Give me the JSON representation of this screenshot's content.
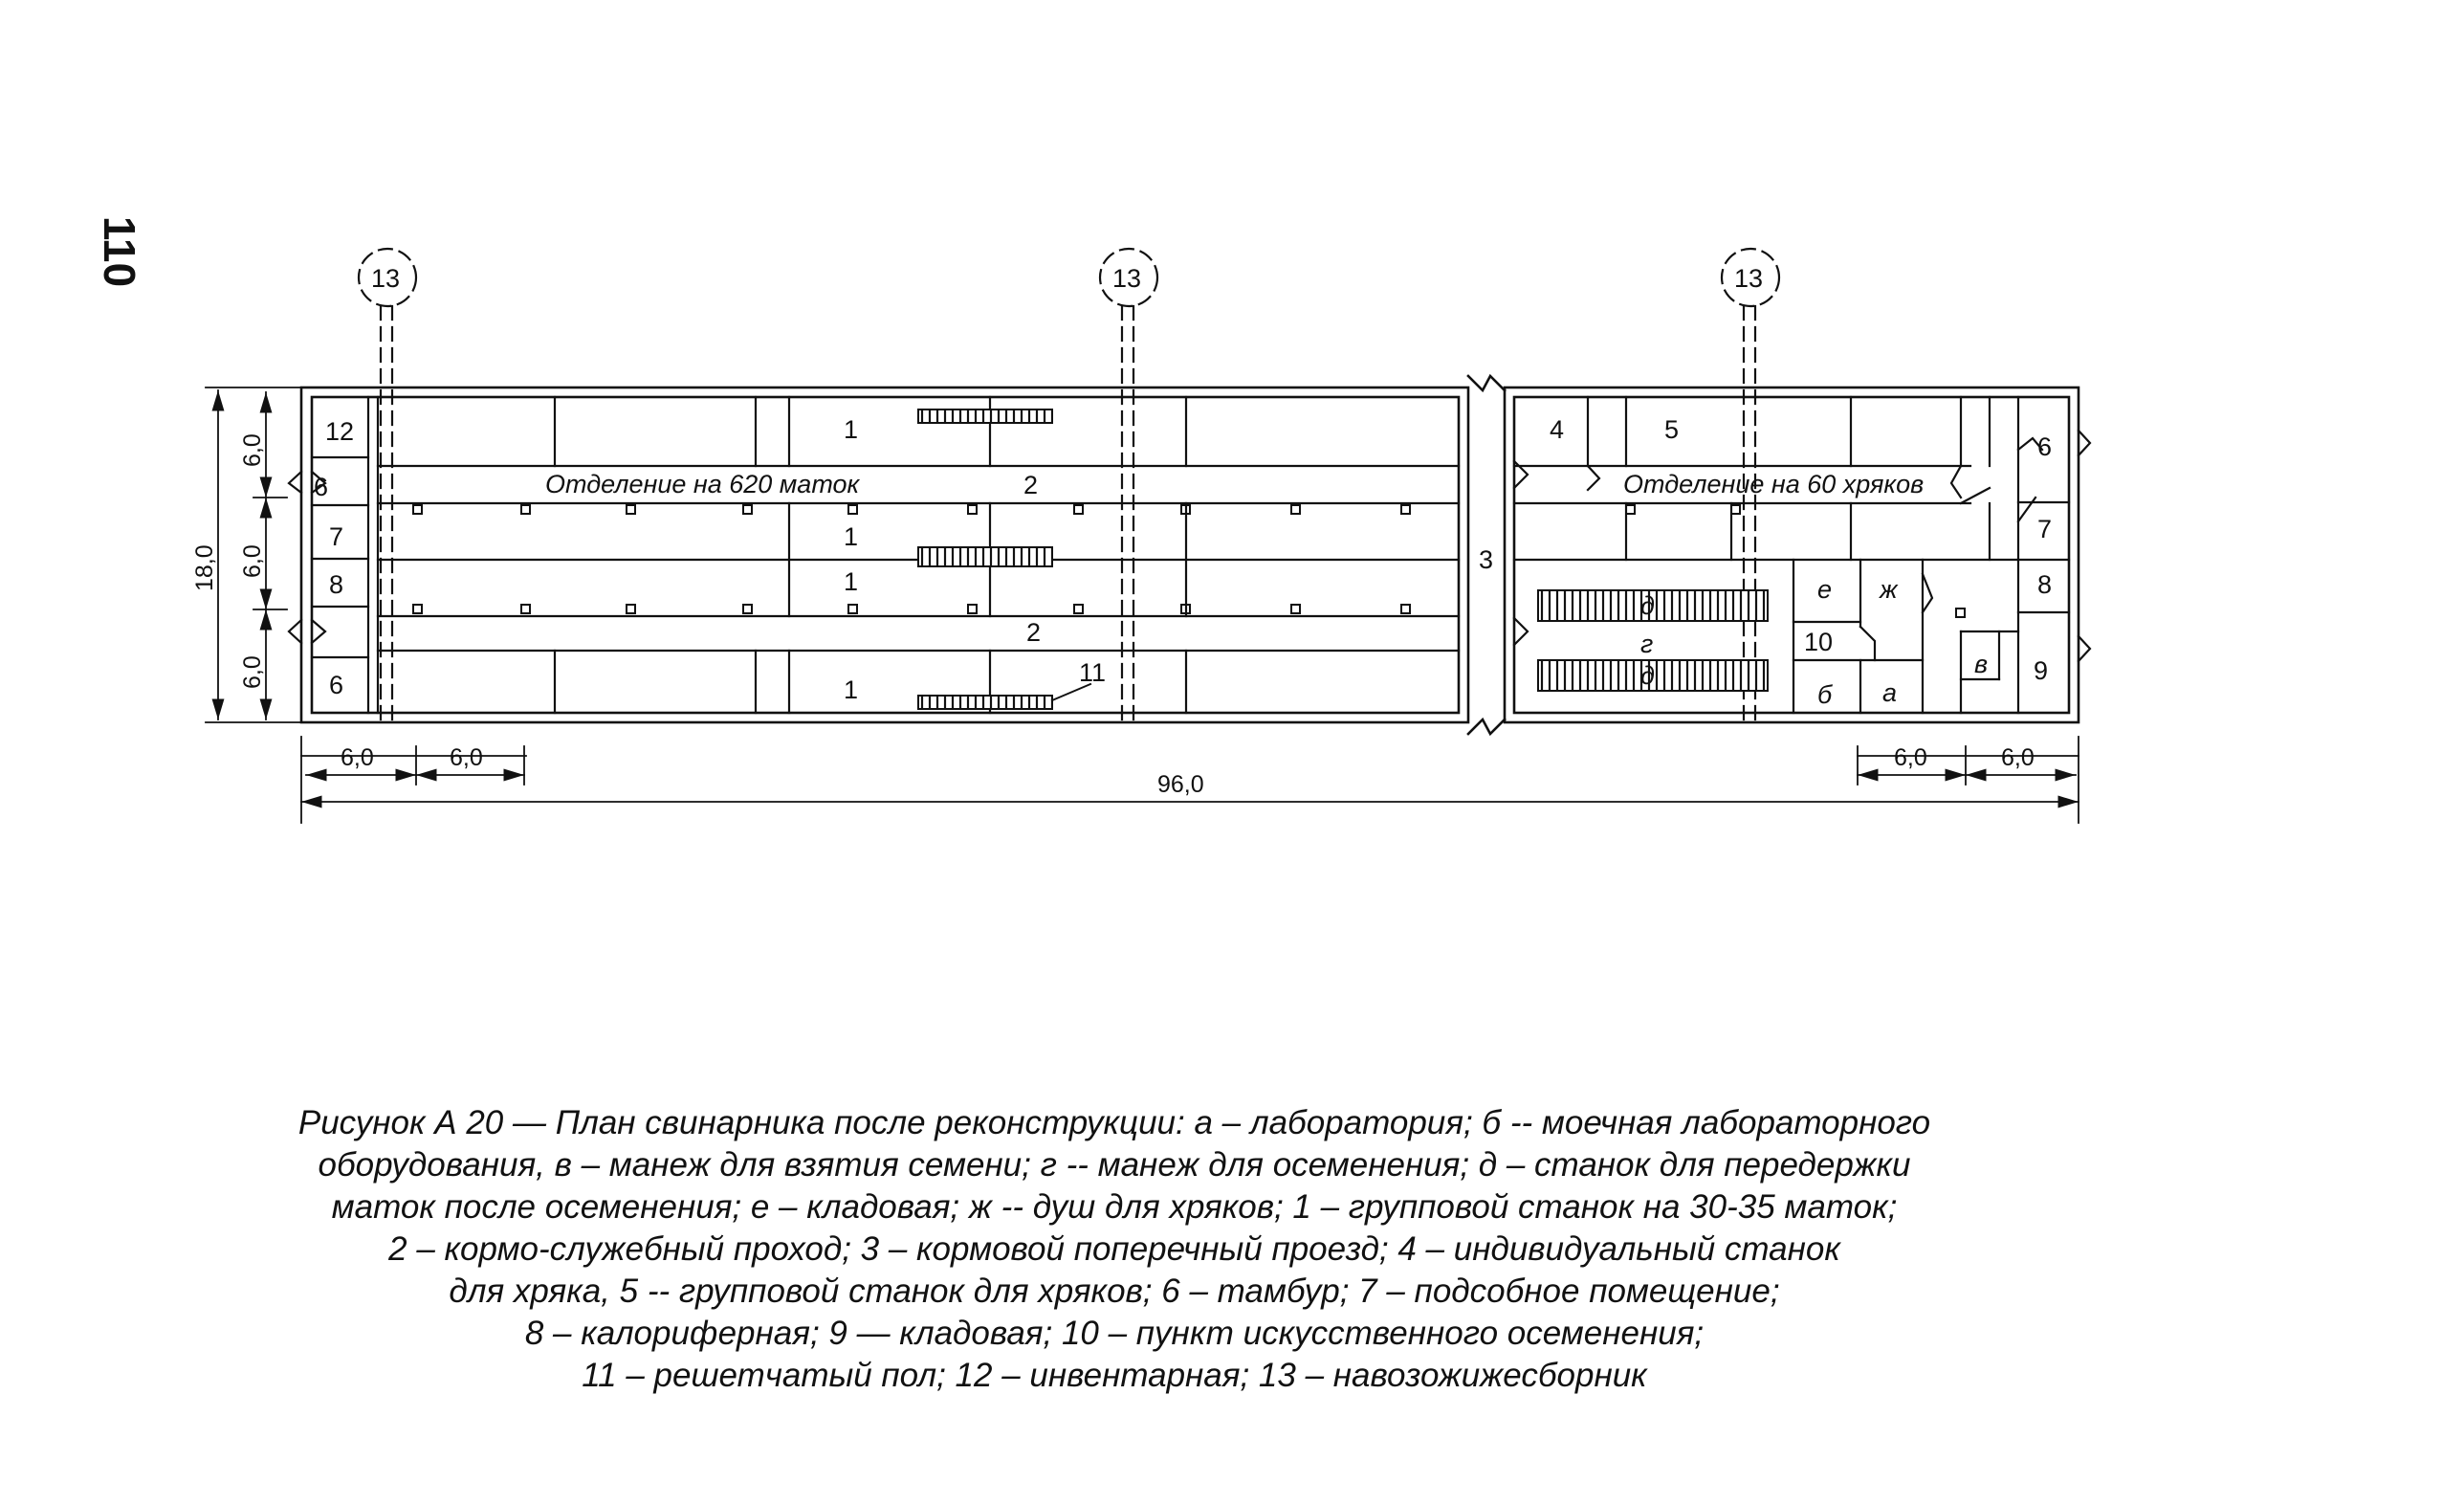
{
  "page_number": "110",
  "plan": {
    "room_labels": {
      "group_pen": "1",
      "feed_passage": "2",
      "cross_passage": "3",
      "boar_pen_individual": "4",
      "boar_pen_group": "5",
      "vestibule": "6",
      "utility_room": "7",
      "heater_room": "8",
      "storeroom": "9",
      "insemination_point": "10",
      "slatted_floor": "11",
      "inventory_room": "12",
      "manure_collector": "13",
      "lab": "а",
      "wash": "б",
      "semen_arena": "в",
      "insemination_arena": "г",
      "holding_pen": "д",
      "store_e": "е",
      "shower": "ж"
    },
    "section_sows": "Отделение на 620 маток",
    "section_boars": "Отделение на 60 хряков",
    "dimensions": {
      "bay": "6,0",
      "total_length": "96,0",
      "total_width": "18,0"
    }
  },
  "caption": {
    "lines": [
      "Рисунок А 20 — План свинарника после реконструкции: а – лаборатория; б -- моечная лабораторного",
      "оборудования, в – манеж для взятия семени; г -- манеж для осеменения; д – станок  для передержки",
      "маток после осеменения; е – кладовая; ж -- душ для хряков; 1 – групповой станок на 30-35 маток;",
      "2 – кормо-служебный проход; 3 – кормовой поперечный проезд; 4 – индивидуальный станок",
      "для хряка, 5 -- групповой станок для хряков; 6 – тамбур; 7 – подсобное помещение;",
      "8 – калориферная; 9 — кладовая; 10 – пункт искусственного осеменения;",
      "11 – решетчатый пол; 12 – инвентарная; 13 – навозожижесборник"
    ]
  }
}
